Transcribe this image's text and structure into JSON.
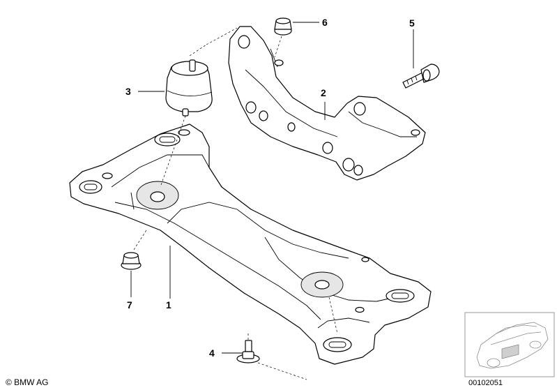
{
  "callouts": [
    {
      "id": "1",
      "label": "1"
    },
    {
      "id": "2",
      "label": "2"
    },
    {
      "id": "3",
      "label": "3"
    },
    {
      "id": "4",
      "label": "4"
    },
    {
      "id": "5",
      "label": "5"
    },
    {
      "id": "6",
      "label": "6"
    },
    {
      "id": "7",
      "label": "7"
    }
  ],
  "footer": {
    "copyright": "© BMW AG",
    "reference_number": "00102051"
  }
}
